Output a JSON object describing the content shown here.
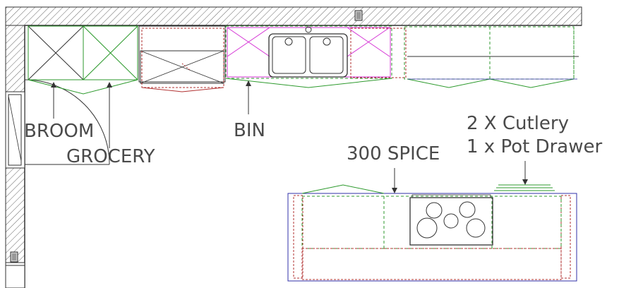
{
  "labels": {
    "broom": "BROOM",
    "grocery": "GROCERY",
    "bin": "BIN",
    "spice": "300 SPICE",
    "cutlery": "2 X Cutlery",
    "pot_drawer": "1 x Pot Drawer"
  },
  "colors": {
    "line": "#333333",
    "green": "#2d9a2d",
    "magenta": "#d535d5",
    "red": "#b03030",
    "blue": "#3030a8",
    "hatch": "#555555"
  },
  "icons": [
    "power-outlet-icon",
    "power-outlet-icon",
    "sink-icon",
    "cooktop-icon",
    "arrow-icon"
  ]
}
